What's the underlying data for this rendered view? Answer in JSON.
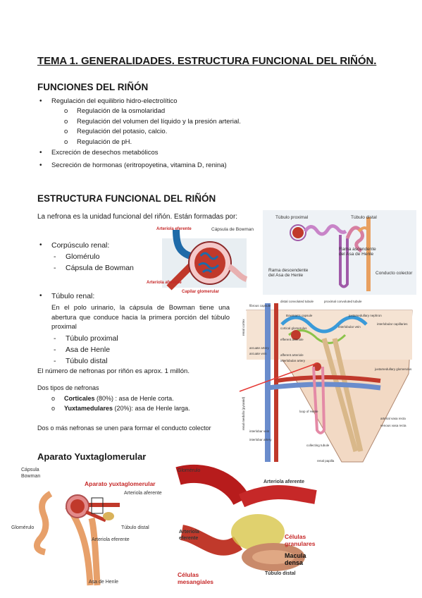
{
  "title": "TEMA 1.  GENERALIDADES. ESTRUCTURA FUNCIONAL DEL RIÑÓN.",
  "funciones": {
    "heading": "FUNCIONES DEL RIÑÓN",
    "item1": "Regulación del equilibrio hidro-electrolítico",
    "sub": [
      "Regulación de la osmolaridad",
      "Regulación del volumen del líquido y la presión arterial.",
      "Regulación del potasio, calcio.",
      "Regulación de pH."
    ],
    "item2": "Excreción de desechos metabólicos",
    "item3": "Secreción de hormonas (eritropoyetina, vitamina D, renina)"
  },
  "estructura": {
    "heading": "ESTRUCTURA FUNCIONAL DEL RIÑÓN",
    "intro": "La nefrona es la unidad funcional del riñón. Están formadas por:",
    "corpusculo": "Corpúsculo renal:",
    "corp_sub": [
      "Glomérulo",
      "Cápsula de Bowman"
    ],
    "tubulo": "Túbulo renal:",
    "tubulo_desc": "En el polo urinario, la cápsula de Bowman tiene una abertura que conduce hacia la primera porción del túbulo proximal",
    "tub_sub": [
      "Túbulo proximal",
      "Asa de Henle",
      "Túbulo distal"
    ],
    "numero": "El número de nefronas por riñón es aprox. 1 millón.",
    "tipos_heading": "Dos tipos de nefronas",
    "corticales_b": "Corticales",
    "corticales_r": " (80%) : asa de Henle corta.",
    "yuxta_b": "Yuxtamedulares",
    "yuxta_r": " (20%): asa de Henle larga.",
    "colector": "Dos o más nefronas se unen para formar el conducto colector"
  },
  "aparato_heading": "Aparato Yuxtaglomerular",
  "fig1": {
    "arteriola_eferente": "Arteriola eferente",
    "capsula": "Cápsula de Bowman",
    "arteriola_aferente": "Arteriola aferente",
    "capilar": "Capilar glomerular"
  },
  "fig2": {
    "tubulo_proximal": "Túbulo proximal",
    "tubulo_distal": "Túbulo distal",
    "rama_asc": "Rama ascendente del Asa de Henle",
    "rama_desc": "Rama descendente del Asa de Henle",
    "conducto": "Conducto colector"
  },
  "fig3": {
    "labels": [
      "fibrous capsule",
      "distal convoluted tubule",
      "proximal convoluted tubule",
      "Bowman's capsule",
      "juxtamedullary nephron",
      "cortical glomerulus",
      "interlobular capillaries",
      "efferent arteriole",
      "interlobular vein",
      "afferent arteriole",
      "arcuate artery",
      "arcuate vein",
      "interlobular artery",
      "renal cortex",
      "juxtamedullary glomerulus",
      "loop of Henle",
      "renal medulla (pyramid)",
      "arterial vasa recta",
      "venous vasa recta",
      "interlobar vein",
      "interlobar artery",
      "collecting tubule",
      "renal papilla"
    ]
  },
  "fig4": {
    "capsula": "Cápsula Bowman",
    "title": "Aparato yuxtaglomerular",
    "arteriola_aferente": "Arteriola aferente",
    "glomerulo": "Glomérulo",
    "tubulo_distal": "Túbulo distal",
    "arteriola_eferente": "Arteriola eferente",
    "asa": "Asa de Henle"
  },
  "fig5": {
    "glomerulo": "Glomérulo",
    "arteriola_aferente": "Arteriola aferente",
    "arteriola_eferente": "Arteriola eferente",
    "granulares": "Células granulares",
    "macula": "Macula densa",
    "mesangiales": "Células mesangiales",
    "tubulo_distal": "Túbulo distal"
  },
  "colors": {
    "red": "#c0392b",
    "label_red": "#d32f2f",
    "tube_pink": "#e48aa6",
    "blue": "#1e6aa8"
  }
}
